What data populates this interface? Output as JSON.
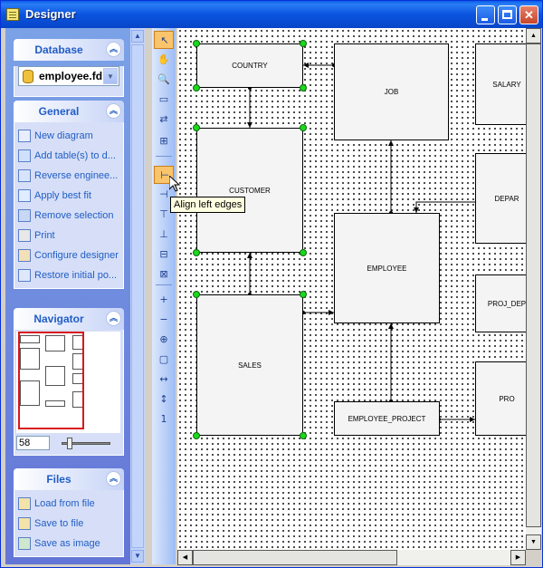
{
  "window": {
    "title": "Designer"
  },
  "left_panel": {
    "database": {
      "header": "Database",
      "selected": "employee.fd"
    },
    "general": {
      "header": "General",
      "items": [
        {
          "label": "New diagram",
          "icon": "new-diagram-icon"
        },
        {
          "label": "Add table(s) to d...",
          "icon": "add-table-icon"
        },
        {
          "label": "Reverse enginee...",
          "icon": "reverse-engineer-icon"
        },
        {
          "label": "Apply best fit",
          "icon": "best-fit-icon"
        },
        {
          "label": "Remove selection",
          "icon": "remove-selection-icon"
        },
        {
          "label": "Print",
          "icon": "print-icon"
        },
        {
          "label": "Configure designer",
          "icon": "configure-icon"
        },
        {
          "label": "Restore initial po...",
          "icon": "restore-icon"
        }
      ]
    },
    "navigator": {
      "header": "Navigator",
      "zoom": "58",
      "zoom_level_fraction": 0.12
    },
    "files": {
      "header": "Files",
      "items": [
        {
          "label": "Load from file",
          "icon": "load-file-icon"
        },
        {
          "label": "Save to file",
          "icon": "save-file-icon"
        },
        {
          "label": "Save as image",
          "icon": "save-image-icon"
        }
      ]
    }
  },
  "toolbar": {
    "tooltip": "Align left edges",
    "tools": [
      "pointer-tool-icon",
      "hand-tool-icon",
      "zoom-tool-icon",
      "add-table-tool-icon",
      "relation-tool-icon",
      "fit-tool-icon",
      "align-left-icon",
      "align-center-icon",
      "align-right-icon",
      "align-top-icon",
      "align-middle-icon",
      "align-bottom-icon",
      "zoom-in-icon",
      "zoom-out-icon",
      "zoom-fit-icon",
      "zoom-page-icon",
      "zoom-width-icon",
      "zoom-height-icon",
      "zoom-100-icon"
    ]
  },
  "diagram": {
    "tables": [
      {
        "name": "COUNTRY"
      },
      {
        "name": "JOB"
      },
      {
        "name": "SALARY"
      },
      {
        "name": "CUSTOMER"
      },
      {
        "name": "DEPAR"
      },
      {
        "name": "EMPLOYEE"
      },
      {
        "name": "PROJ_DEP"
      },
      {
        "name": "SALES"
      },
      {
        "name": "PRO"
      },
      {
        "name": "EMPLOYEE_PROJECT"
      }
    ]
  },
  "colors": {
    "selection_handle": "#1cd81c",
    "navigator_viewport": "#d81818",
    "panel_title": "#215dc6"
  }
}
